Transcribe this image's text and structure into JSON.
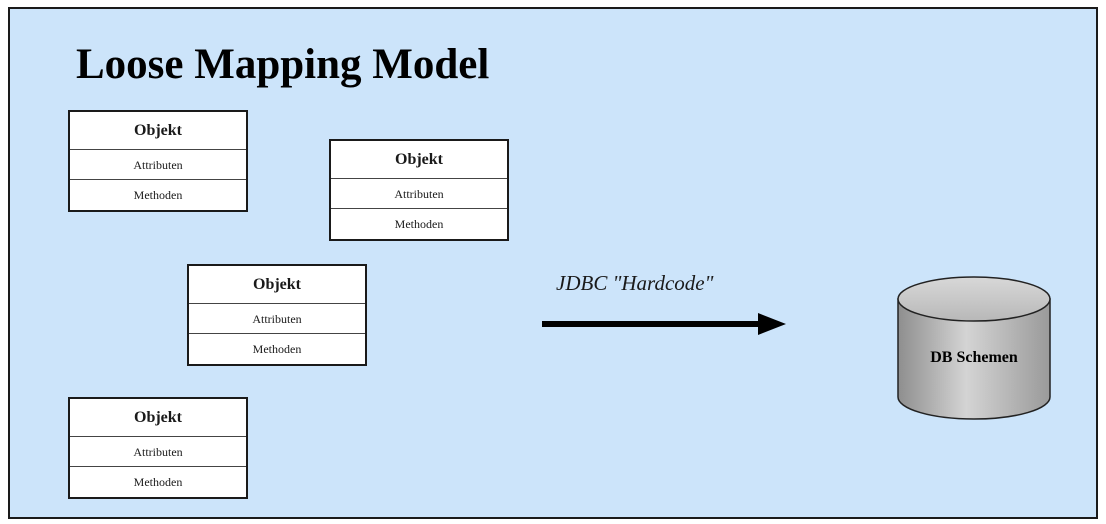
{
  "slide": {
    "title": "Loose Mapping Model",
    "background_color": "#cce4fa"
  },
  "classes": [
    {
      "name": "Objekt",
      "attributes": "Attributen",
      "methods": "Methoden"
    },
    {
      "name": "Objekt",
      "attributes": "Attributen",
      "methods": "Methoden"
    },
    {
      "name": "Objekt",
      "attributes": "Attributen",
      "methods": "Methoden"
    },
    {
      "name": "Objekt",
      "attributes": "Attributen",
      "methods": "Methoden"
    }
  ],
  "connector": {
    "label": "JDBC \"Hardcode\"",
    "icon": "arrow-right-icon"
  },
  "database": {
    "label": "DB Schemen",
    "icon": "database-cylinder-icon"
  }
}
